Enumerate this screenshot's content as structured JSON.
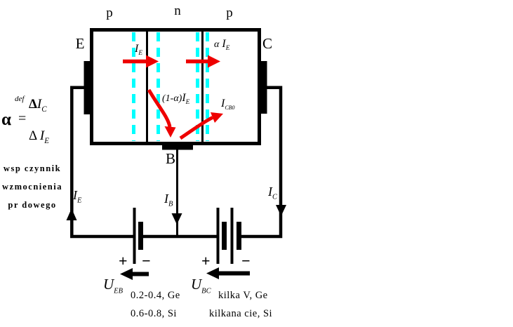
{
  "colors": {
    "arrow_red": "#ee0000",
    "depletion_cyan": "#00ffff",
    "ink": "#000000",
    "background": "#ffffff"
  },
  "transistor": {
    "region_labels": [
      "p",
      "n",
      "p"
    ],
    "emitter": "E",
    "collector": "C",
    "base": "B"
  },
  "internal_currents": {
    "ie": {
      "sym": "I",
      "sub": "E"
    },
    "alpha_ie": {
      "prefix": "α",
      "sym": "I",
      "sub": "E"
    },
    "recombination": {
      "prefix": "(1-α)",
      "sym": "I",
      "sub": "E"
    },
    "icbo": {
      "sym": "I",
      "sub": "CB0"
    }
  },
  "wire_currents": {
    "ie": {
      "sym": "I",
      "sub": "E"
    },
    "ib": {
      "sym": "I",
      "sub": "B"
    },
    "ic": {
      "sym": "I",
      "sub": "C"
    }
  },
  "formula": {
    "alpha": "α",
    "def_label": "def",
    "equals": "=",
    "numerator": {
      "delta": "Δ",
      "sym": "I",
      "sub": "C"
    },
    "denominator": {
      "delta": "Δ",
      "sym": "I",
      "sub": "E"
    },
    "caption_lines": [
      "wsp czynnik",
      "wzmocnienia",
      "pr dowego"
    ]
  },
  "sources": {
    "left": {
      "sym": "U",
      "sub": "EB",
      "plus": "+",
      "minus": "−",
      "note_lines": [
        "0.2-0.4, Ge",
        "0.6-0.8, Si"
      ]
    },
    "right": {
      "sym": "U",
      "sub": "BC",
      "plus": "+",
      "minus": "−",
      "note_lines": [
        "kilka V, Ge",
        "kilkana cie, Si"
      ]
    }
  }
}
